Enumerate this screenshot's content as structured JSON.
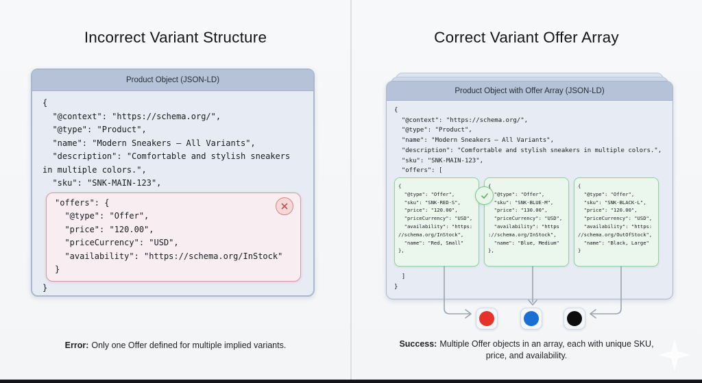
{
  "left_panel": {
    "title": "Incorrect Variant Structure",
    "card_header": "Product Object (JSON-LD)",
    "code_intro": "{\n  \"@context\": \"https://schema.org/\",\n  \"@type\": \"Product\",\n  \"name\": \"Modern Sneakers — All Variants\",\n  \"description\": \"Comfortable and stylish sneakers\nin multiple colors.\",\n  \"sku\": \"SNK-MAIN-123\",",
    "offers_block": "\"offers\": {\n  \"@type\": \"Offer\",\n  \"price\": \"120.00\",\n  \"priceCurrency\": \"USD\",\n  \"availability\": \"https://schema.org/InStock\"\n}",
    "code_outro": "}",
    "error_icon": "x-circle",
    "caption_label": "Error:",
    "caption_text": "Only one Offer defined for multiple implied variants."
  },
  "right_panel": {
    "title": "Correct Variant Offer Array",
    "card_header": "Product Object with Offer Array (JSON-LD)",
    "code_intro": "{\n  \"@context\": \"https://schema.org/\",\n  \"@type\": \"Product\",\n  \"name\": \"Modern Sneakers — All Variants\",\n  \"description\": \"Comfortable and stylish sneakers in multiple colors.\",\n  \"sku\": \"SNK-MAIN-123\",\n  \"offers\": [",
    "offers": [
      "{\n  \"@type\": \"Offer\",\n  \"sku\": \"SNK-RED-S\",\n  \"price\": \"120.00\",\n  \"priceCurrency\": \"USD\",\n  \"availability\": \"https:\n//schema.org/InStock\",\n  \"name\": \"Red, Small\"\n},",
      "{\n  \"@type\": \"Offer\",\n  \"sku\": \"SNK-BLUE-M\",\n  \"price\": \"130.00\",\n  \"priceCurrency\": \"USD\",\n  \"availability\": \"https\n://schema.org/InStock\",\n  \"name\": \"Blue, Medium\"\n},",
      "{\n  \"@type\": \"Offer\",\n  \"sku\": \"SNK-BLACK-L\",\n  \"price\": \"120.00\",\n  \"priceCurrency\": \"USD\",\n  \"availability\": \"https:\n//schema.org/OutOfStock\",\n  \"name\": \"Black, Large\"\n}"
    ],
    "code_outro": "  ]\n}",
    "success_icon": "check-circle",
    "caption_label": "Success:",
    "caption_text": "Multiple Offer objects in an array, each with unique SKU, price, and availability.",
    "swatches": [
      {
        "name": "red",
        "color": "#e63229"
      },
      {
        "name": "blue",
        "color": "#1a6fd4"
      },
      {
        "name": "black",
        "color": "#0d0d0f"
      }
    ]
  },
  "colors": {
    "background": "#f5f7f8",
    "card_header_bg": "#b5c2d8",
    "card_body_bg": "#e7ecf4",
    "error_box_bg": "#f8edf0",
    "error_box_border": "#cf9aa0",
    "error_icon_red": "#c4504e",
    "offer_card_bg": "#ebf7ed",
    "offer_card_border": "#94d0a0",
    "success_icon_green": "#57b269",
    "connector_gray": "#99a3ae"
  }
}
